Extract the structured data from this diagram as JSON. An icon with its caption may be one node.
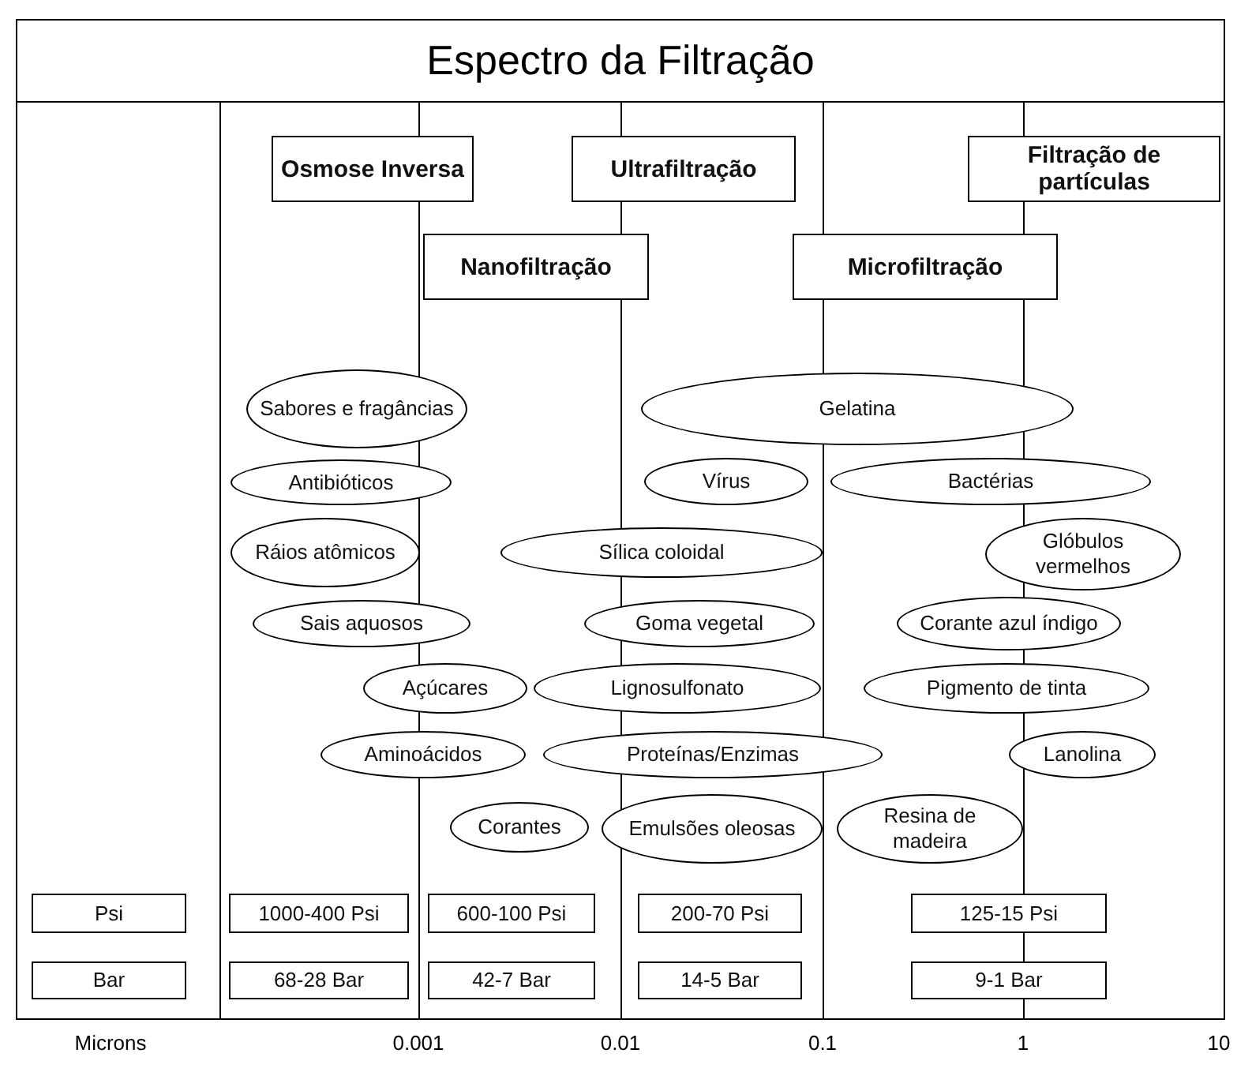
{
  "diagram": {
    "title": "Espectro da Filtração",
    "nodes": [
      {
        "text": [
          "Osmose Inversa"
        ]
      },
      {
        "text": [
          "Ultrafiltração"
        ]
      },
      {
        "text": [
          "Filtração de partículas"
        ]
      },
      {
        "text": [
          "Nanofiltração"
        ]
      },
      {
        "text": [
          "Microfiltração"
        ]
      },
      {
        "text": [
          "Sabores e fragâncias"
        ]
      },
      {
        "text": [
          "Gelatina"
        ]
      },
      {
        "text": [
          "Antibióticos"
        ]
      },
      {
        "text": [
          "Vírus"
        ]
      },
      {
        "text": [
          "Bactérias"
        ]
      },
      {
        "text": [
          "Ráios atômicos"
        ]
      },
      {
        "text": [
          "Sílica coloidal"
        ]
      },
      {
        "text": [
          "Glóbulos vermelhos"
        ]
      },
      {
        "text": [
          "Sais aquosos"
        ]
      },
      {
        "text": [
          "Goma vegetal"
        ]
      },
      {
        "text": [
          "Corante azul índigo"
        ]
      },
      {
        "text": [
          "Açúcares"
        ]
      },
      {
        "text": [
          "Lignosulfonato"
        ]
      },
      {
        "text": [
          "Pigmento de tinta"
        ]
      },
      {
        "text": [
          "Aminoácidos"
        ]
      },
      {
        "text": [
          "Proteínas/Enzimas"
        ]
      },
      {
        "text": [
          "Lanolina"
        ]
      },
      {
        "text": [
          "Corantes"
        ]
      },
      {
        "text": [
          "Emulsões oleosas"
        ]
      },
      {
        "text": [
          "Resina de madeira"
        ]
      },
      {
        "text": [
          "Psi"
        ]
      },
      {
        "text": [
          "1000-400 Psi"
        ]
      },
      {
        "text": [
          "600-100 Psi"
        ]
      },
      {
        "text": [
          "200-70 Psi"
        ]
      },
      {
        "text": [
          "125-15 Psi"
        ]
      },
      {
        "text": [
          "Bar"
        ]
      },
      {
        "text": [
          "68-28 Bar"
        ]
      },
      {
        "text": [
          "42-7 Bar"
        ]
      },
      {
        "text": [
          "14-5 Bar"
        ]
      },
      {
        "text": [
          "9-1 Bar"
        ]
      }
    ],
    "labels": [
      "Microns",
      "0.001",
      "0.01",
      "0.1",
      "1",
      "10"
    ]
  }
}
